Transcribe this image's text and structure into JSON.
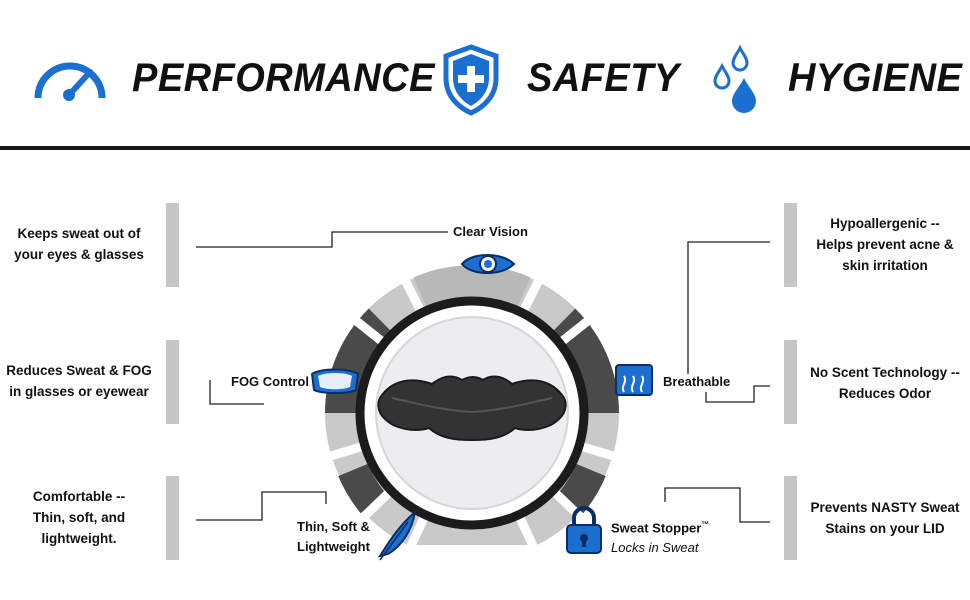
{
  "header": {
    "items": [
      {
        "label": "PERFORMANCE",
        "icon": "speedometer-icon"
      },
      {
        "label": "SAFETY",
        "icon": "shield-plus-icon"
      },
      {
        "label": "HYGIENE",
        "icon": "droplets-icon"
      }
    ]
  },
  "left_panels": [
    {
      "lines": [
        "Keeps sweat out of",
        "your eyes & glasses"
      ]
    },
    {
      "lines": [
        "Reduces Sweat & FOG",
        "in glasses or eyewear"
      ]
    },
    {
      "lines": [
        "Comfortable --",
        "Thin, soft, and",
        "lightweight."
      ]
    }
  ],
  "right_panels": [
    {
      "lines": [
        "Hypoallergenic --",
        "Helps prevent acne &",
        "skin irritation"
      ]
    },
    {
      "lines": [
        "No Scent Technology --",
        "Reduces Odor"
      ]
    },
    {
      "lines": [
        "Prevents NASTY Sweat",
        "Stains on your LID"
      ]
    }
  ],
  "features": {
    "clear_vision": "Clear Vision",
    "fog_control": "FOG Control",
    "breathable": "Breathable",
    "thin_soft_line1": "Thin, Soft &",
    "thin_soft_line2": "Lightweight",
    "sweat_stopper": "Sweat Stopper",
    "sweat_stopper_tm": "™",
    "sweat_stopper_sub": "Locks in Sweat"
  },
  "colors": {
    "accent_blue": "#1b6fd1",
    "dark_text": "#111111",
    "ring_light": "#c9c9c9",
    "ring_dark": "#4a4a4a",
    "bar_gray": "#c6c6c6"
  }
}
